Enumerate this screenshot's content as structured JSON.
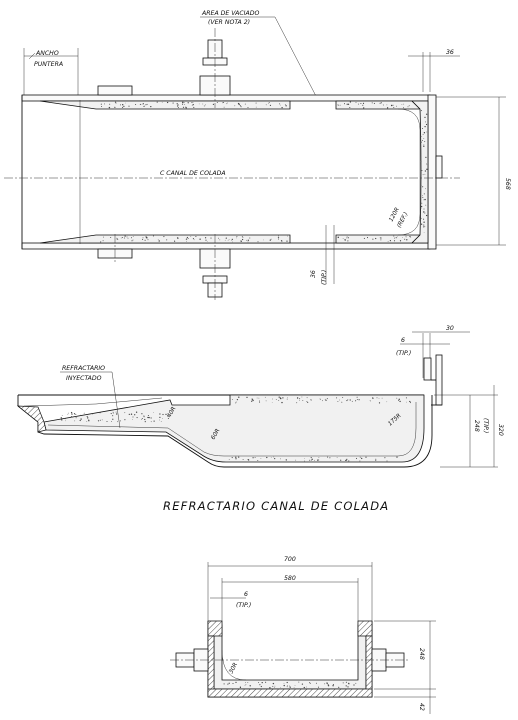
{
  "top_view": {
    "area_label": "AREA DE VACIADO",
    "area_note": "(VER NOTA 2)",
    "ancho_label": "ANCHO",
    "puntera_label": "PUNTERA",
    "dim_36_top": "36",
    "dim_568": "568",
    "centerline_label": "C CANAL DE COLADA",
    "radius_120": "120R",
    "radius_ref": "(REF.)",
    "dim_36_tip": "36",
    "tip_label": "(TIP.)"
  },
  "side_view": {
    "dim_6": "6",
    "tip_label": "(TIP.)",
    "dim_30": "30",
    "refractario_label": "REFRACTARIO",
    "inyectado_label": "INYECTADO",
    "radius_40": "40R",
    "radius_60": "60R",
    "radius_175": "175R",
    "dim_248": "248",
    "tip_label_2": "(TIP.)",
    "dim_320": "320"
  },
  "title": "REFRACTARIO CANAL DE COLADA",
  "section_view": {
    "dim_700": "700",
    "dim_580": "580",
    "dim_6": "6",
    "tip_label": "(TIP.)",
    "radius_30": "30R",
    "dim_248": "248",
    "dim_42": "42"
  }
}
